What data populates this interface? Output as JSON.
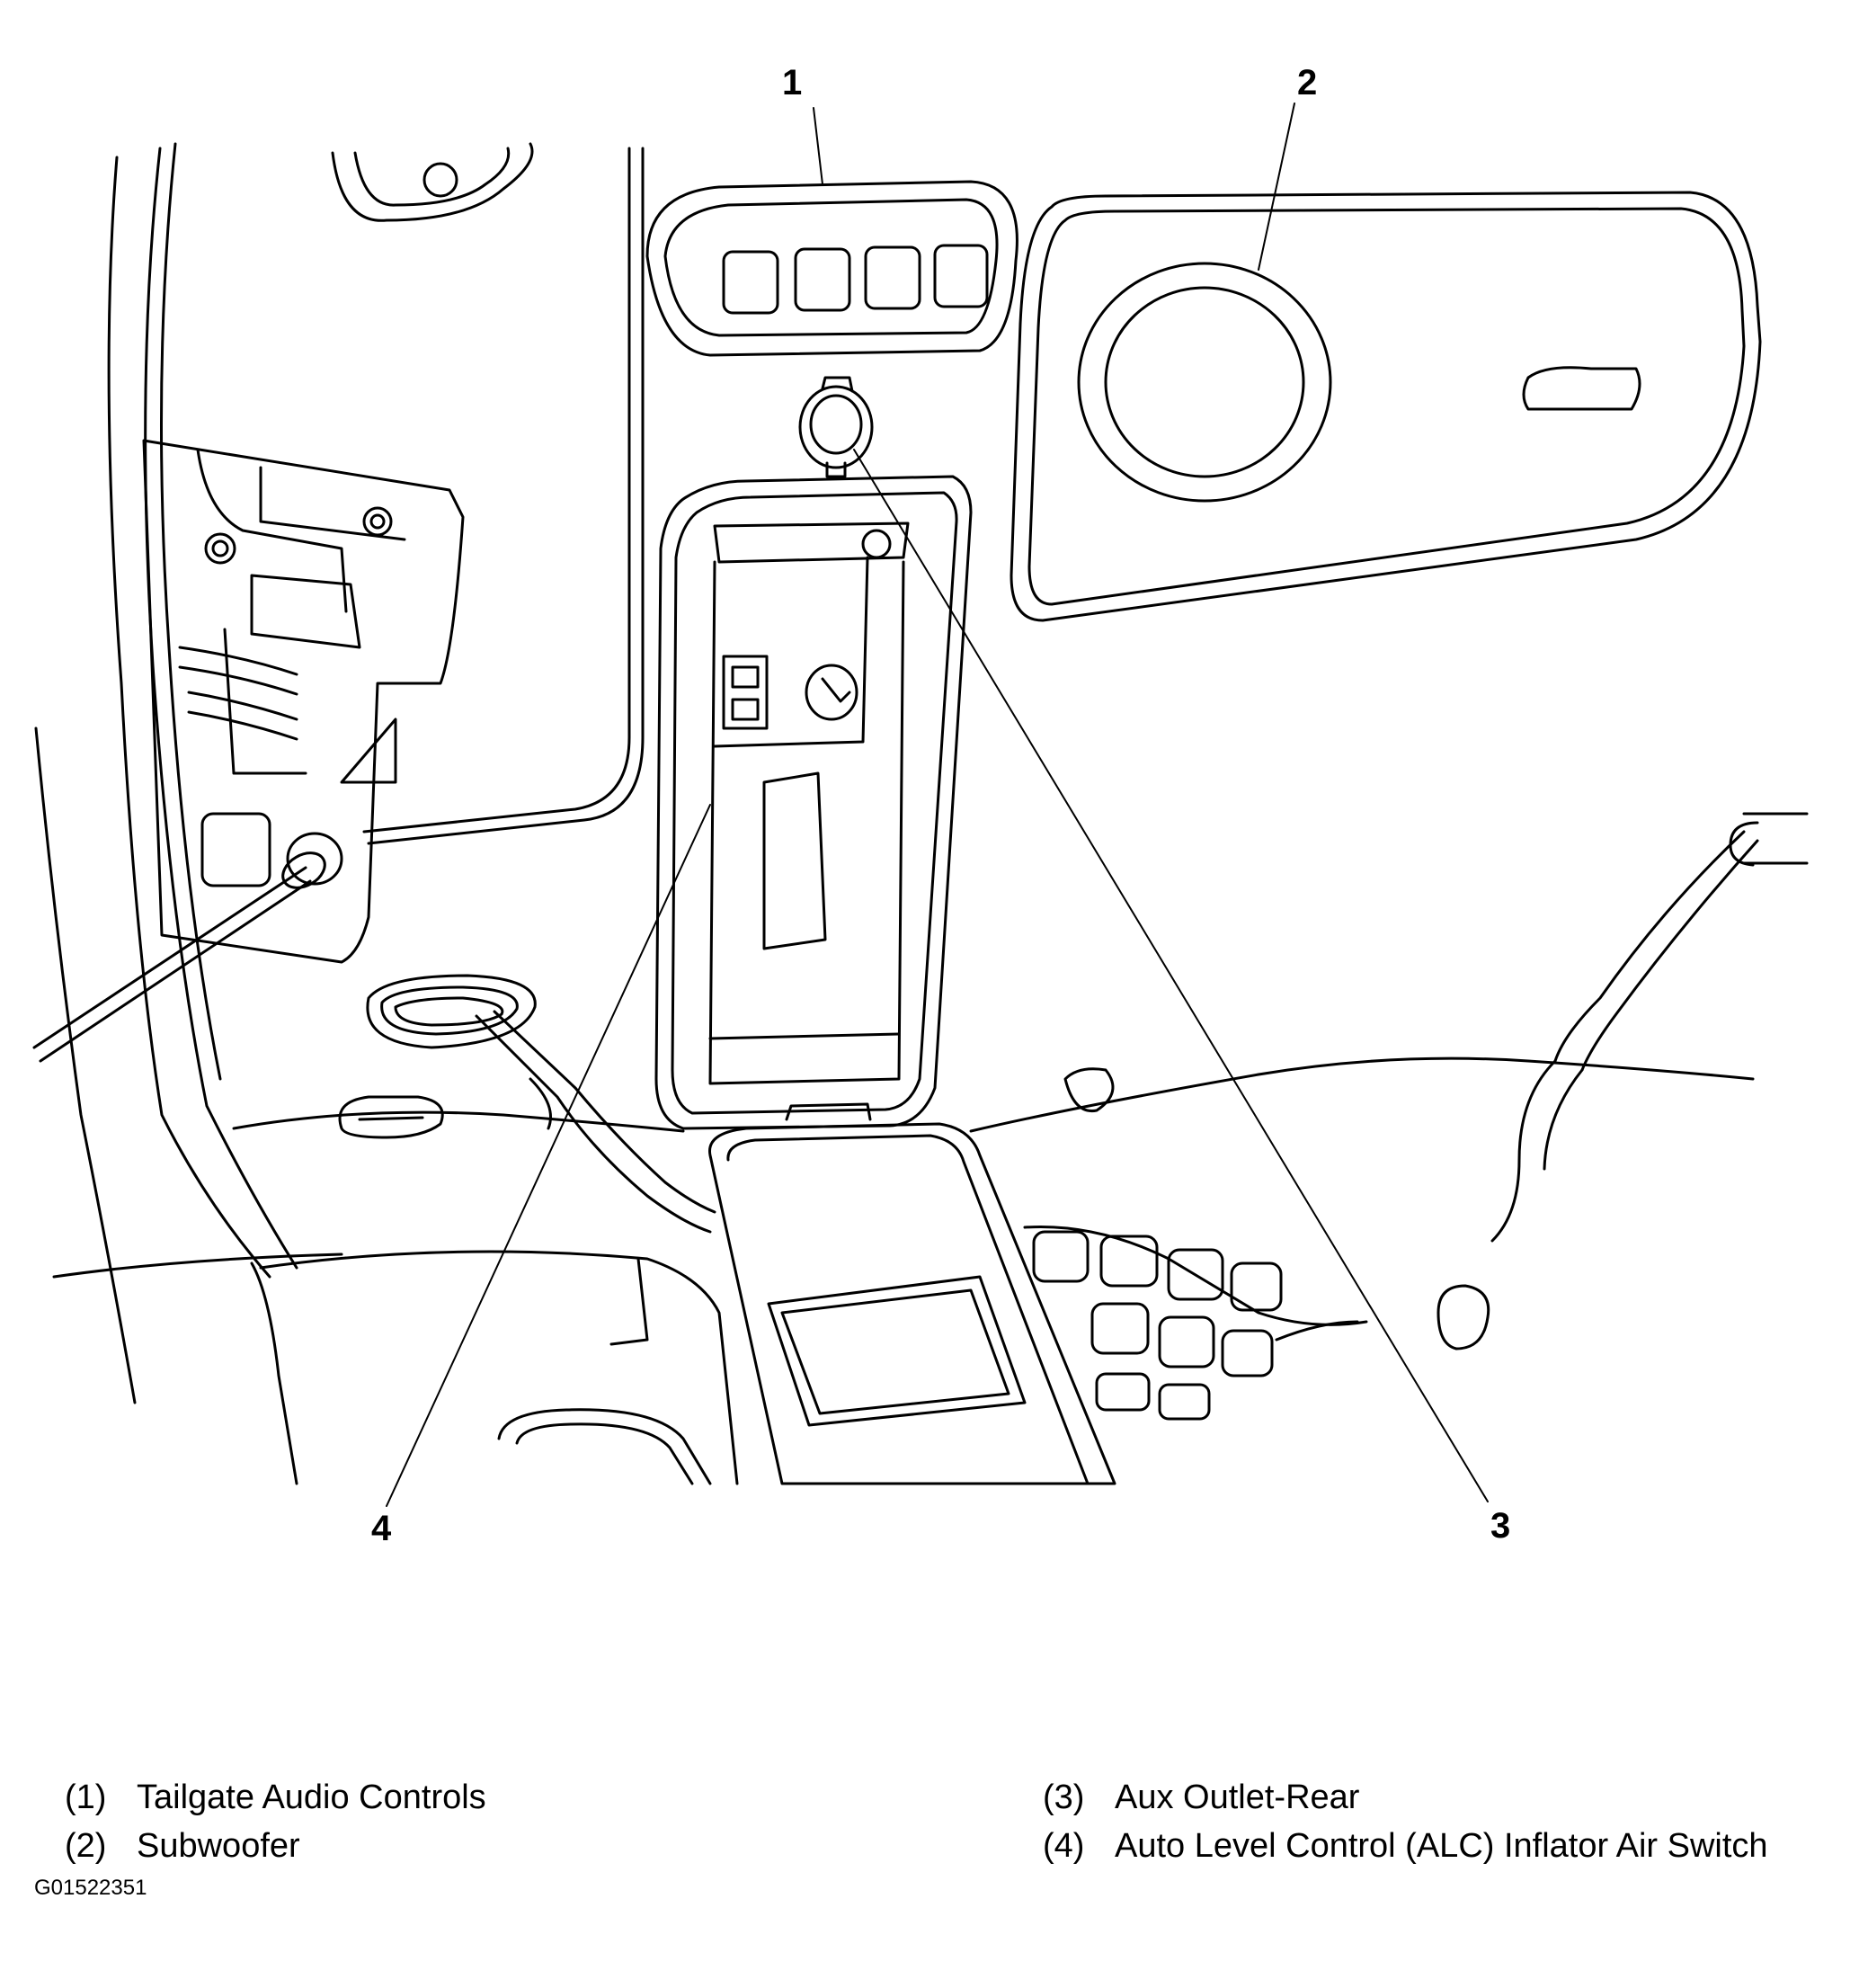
{
  "callouts": [
    {
      "id": "1",
      "label": "1"
    },
    {
      "id": "2",
      "label": "2"
    },
    {
      "id": "3",
      "label": "3"
    },
    {
      "id": "4",
      "label": "4"
    }
  ],
  "legend": [
    {
      "num": "(1)",
      "text": "Tailgate Audio Controls"
    },
    {
      "num": "(2)",
      "text": "Subwoofer"
    },
    {
      "num": "(3)",
      "text": "Aux Outlet-Rear"
    },
    {
      "num": "(4)",
      "text": "Auto Level Control (ALC) Inflator Air Switch"
    }
  ],
  "figure_id": "G01522351",
  "colors": {
    "line": "#000000",
    "background": "#ffffff"
  }
}
